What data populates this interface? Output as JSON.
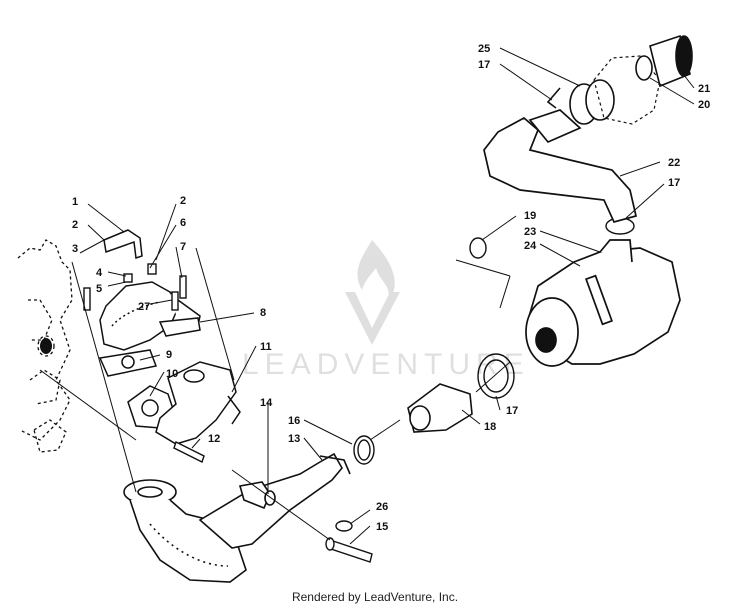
{
  "part_labels": {
    "p1": "1",
    "p2a": "2",
    "p2b": "2",
    "p3": "3",
    "p4": "4",
    "p5": "5",
    "p6": "6",
    "p7": "7",
    "p8": "8",
    "p9": "9",
    "p10": "10",
    "p11": "11",
    "p12": "12",
    "p13": "13",
    "p14": "14",
    "p15": "15",
    "p16": "16",
    "p17a": "17",
    "p17b": "17",
    "p17c": "17",
    "p18": "18",
    "p19": "19",
    "p20": "20",
    "p21": "21",
    "p22": "22",
    "p23": "23",
    "p24": "24",
    "p25": "25",
    "p26": "26",
    "p27": "27"
  },
  "watermark": {
    "text": "LEADVENTURE"
  },
  "footer": {
    "text": "Rendered by LeadVenture, Inc."
  }
}
